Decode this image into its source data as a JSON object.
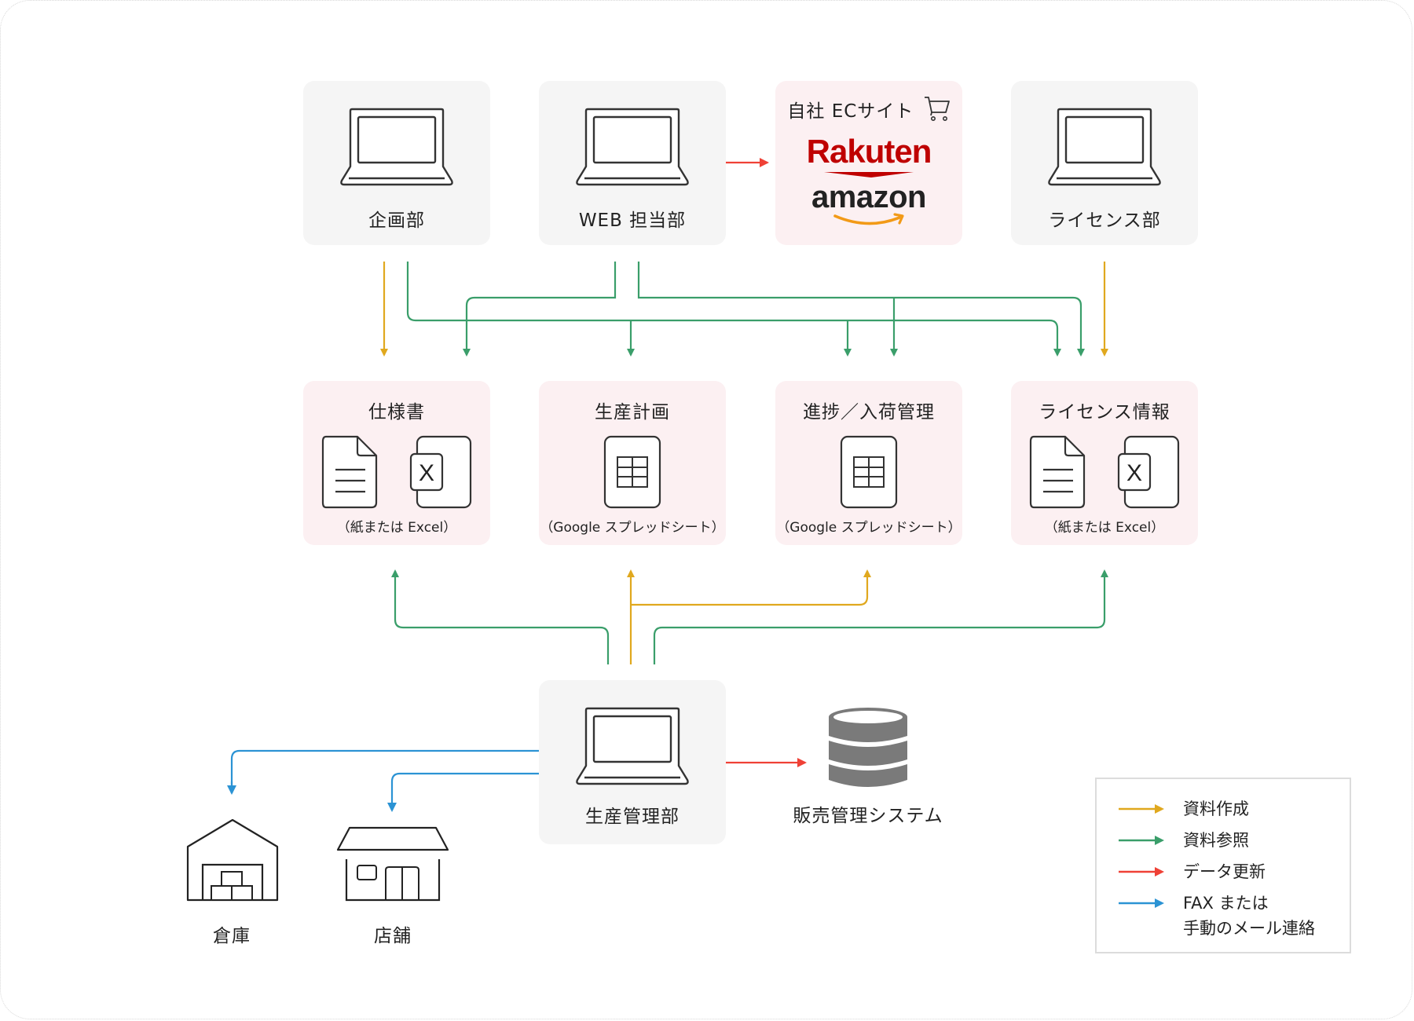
{
  "departments": {
    "planning": "企画部",
    "web": "WEB 担当部",
    "license_dept": "ライセンス部",
    "production": "生産管理部"
  },
  "ec_site": {
    "title": "自社 ECサイト",
    "icon": "cart-icon",
    "brands": [
      "Rakuten",
      "amazon"
    ]
  },
  "documents": [
    {
      "title": "仕様書",
      "format": "（紙または Excel）",
      "icons": [
        "paper-document-icon",
        "excel-file-icon"
      ]
    },
    {
      "title": "生産計画",
      "format": "（Google スプレッドシート）",
      "icons": [
        "spreadsheet-icon"
      ]
    },
    {
      "title": "進捗／入荷管理",
      "format": "（Google スプレッドシート）",
      "icons": [
        "spreadsheet-icon"
      ]
    },
    {
      "title": "ライセンス情報",
      "format": "（紙または Excel）",
      "icons": [
        "paper-document-icon",
        "excel-file-icon"
      ]
    }
  ],
  "excel_glyph": "X",
  "system": {
    "label": "販売管理システム",
    "icon": "database-icon"
  },
  "locations": {
    "warehouse": "倉庫",
    "store": "店舗"
  },
  "legend": {
    "items": [
      {
        "label": "資料作成",
        "color": "#e0a81e"
      },
      {
        "label": "資料参照",
        "color": "#3a9e6a"
      },
      {
        "label": "データ更新",
        "color": "#ef4136"
      },
      {
        "label": "FAX または",
        "label2": "手動のメール連絡",
        "color": "#2b93d4"
      }
    ]
  },
  "colors": {
    "create": "#e0a81e",
    "reference": "#3a9e6a",
    "update": "#ef4136",
    "contact": "#2b93d4"
  }
}
